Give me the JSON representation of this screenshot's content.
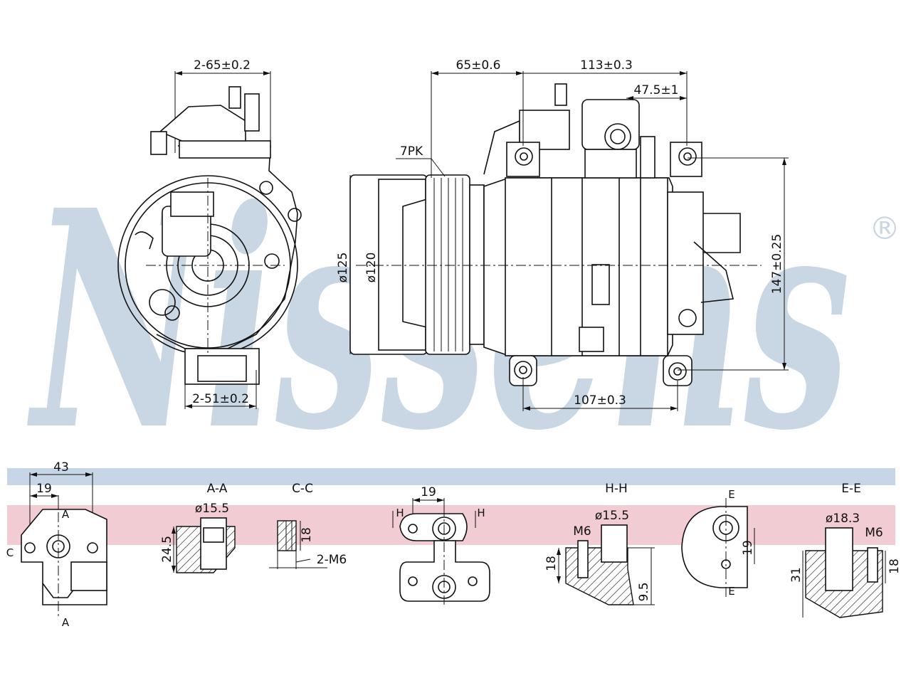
{
  "brand": {
    "watermark": "Nissens",
    "registered_mark": "®",
    "watermark_color": "#c9d6e4",
    "band_blue": "#c6d6e6",
    "band_pink": "#f2ccd3"
  },
  "dimensions": {
    "top_width": "2-65±0.2",
    "bottom_width": "2-51±0.2",
    "clutch_width": "65±0.6",
    "body_length": "113±0.3",
    "mount_offset": "47.5±1",
    "belt": "7PK",
    "pulley_outer": "ø125",
    "pulley_inner": "ø120",
    "height": "147±0.25",
    "mount_spacing": "107±0.3"
  },
  "sections": {
    "s1": {
      "w1": "43",
      "w2": "19",
      "mark_a": "A",
      "mark_c": "C"
    },
    "aa": {
      "title": "A-A",
      "dia": "ø15.5",
      "depth": "24.5"
    },
    "cc": {
      "title": "C-C",
      "depth": "18",
      "thread": "2-M6"
    },
    "s4": {
      "w": "19",
      "mark_h": "H"
    },
    "hh": {
      "title": "H-H",
      "dia": "ø15.5",
      "thread": "M6",
      "depth": "18",
      "depth2": "9.5"
    },
    "s6": {
      "mark_e": "E",
      "depth": "19"
    },
    "ee": {
      "title": "E-E",
      "dia": "ø18.3",
      "thread": "M6",
      "depth": "31",
      "depth2": "18"
    }
  }
}
